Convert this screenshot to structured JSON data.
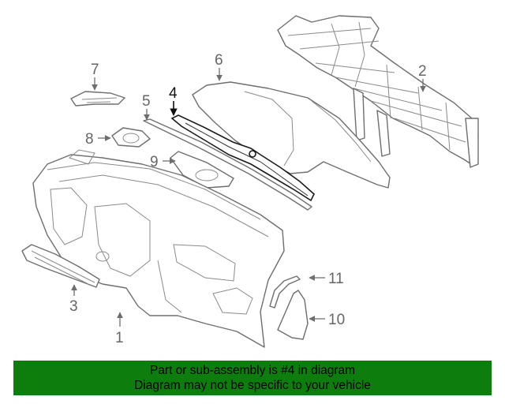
{
  "callouts": {
    "c1": "1",
    "c2": "2",
    "c3": "3",
    "c4": "4",
    "c5": "5",
    "c6": "6",
    "c7": "7",
    "c8": "8",
    "c9": "9",
    "c10": "10",
    "c11": "11"
  },
  "highlighted_part": "4",
  "banner": {
    "line1": "Part or sub-assembly is #4 in diagram",
    "line2": "Diagram may not be specific to your vehicle",
    "background_color": "#0d7d0d"
  }
}
